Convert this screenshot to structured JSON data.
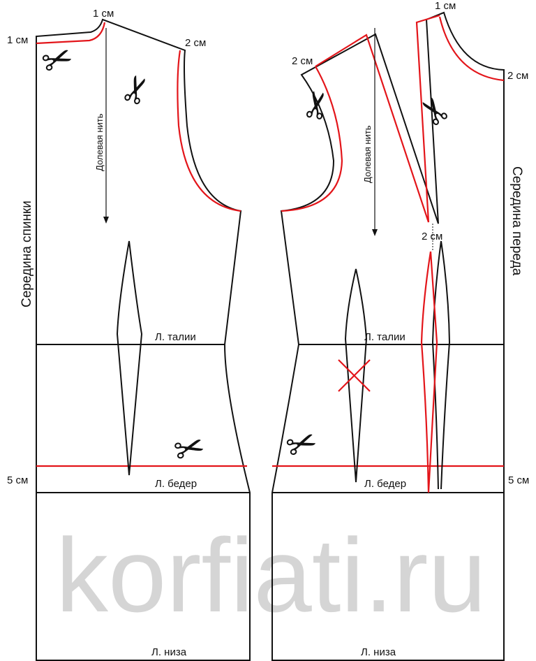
{
  "watermark": "korfiati.ru",
  "colors": {
    "outline": "#111111",
    "modification": "#e3151a",
    "watermark": "#c8c8c8"
  },
  "back": {
    "center_label": "Середина спинки",
    "grain_label": "Долевая нить",
    "neck_offset": "1 см",
    "side_offset": "1 см",
    "shoulder_offset": "2 см",
    "waist_label": "Л. талии",
    "hip_label": "Л. бедер",
    "hem_label": "Л. низа",
    "hip_offset": "5 см"
  },
  "front": {
    "center_label": "Середина переда",
    "grain_label": "Долевая нить",
    "neck_offset_top": "1 см",
    "neck_offset_center": "2 см",
    "shoulder_offset": "2 см",
    "dart_offset": "2 см",
    "waist_label": "Л. талии",
    "hip_label": "Л. бедер",
    "hem_label": "Л. низа",
    "hip_offset": "5 см"
  },
  "icons": [
    "scissors-icon",
    "cross-out-mark"
  ]
}
